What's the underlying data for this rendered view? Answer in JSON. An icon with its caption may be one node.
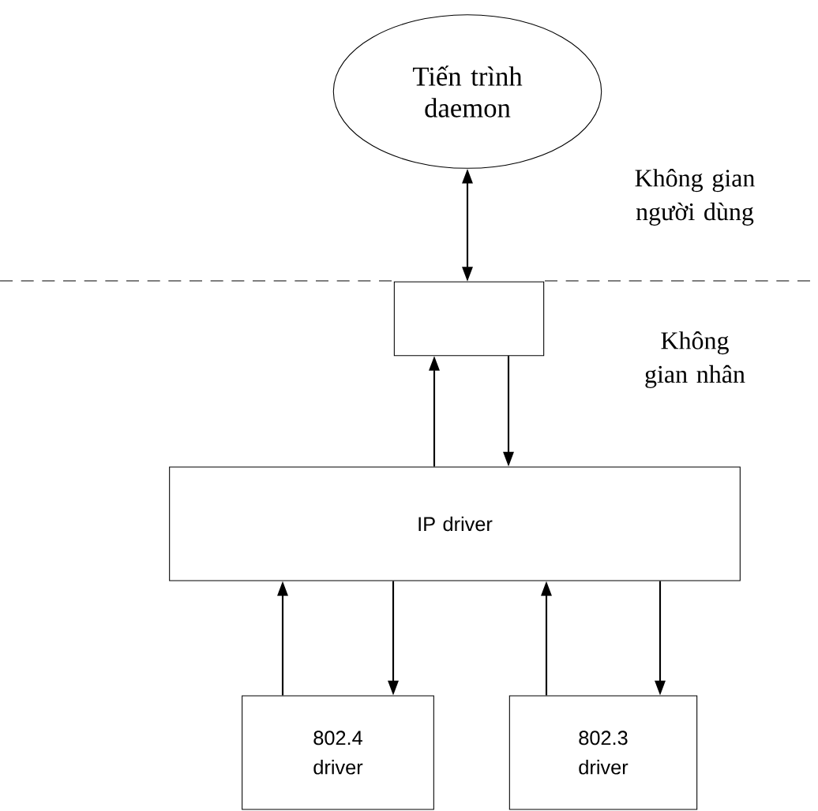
{
  "diagram": {
    "nodes": [
      {
        "text": [
          "Tiến trình daemon"
        ]
      },
      {
        "text": [],
        "shape": "box"
      },
      {
        "text": [
          "IP driver"
        ]
      },
      {
        "text": [
          "802.4 driver"
        ]
      },
      {
        "text": [
          "802.3 driver"
        ]
      }
    ],
    "edges": [
      {
        "from": 0,
        "to": 1,
        "arrow": "both"
      },
      {
        "from": 2,
        "to": 1,
        "arrow": "to"
      },
      {
        "from": 1,
        "to": 2,
        "arrow": "to"
      },
      {
        "from": 3,
        "to": 2,
        "arrow": "to"
      },
      {
        "from": 2,
        "to": 3,
        "arrow": "to"
      },
      {
        "from": 4,
        "to": 2,
        "arrow": "to"
      },
      {
        "from": 2,
        "to": 4,
        "arrow": "to"
      }
    ],
    "labels": [
      "Không gian người dùng",
      "Không gian nhân"
    ]
  }
}
